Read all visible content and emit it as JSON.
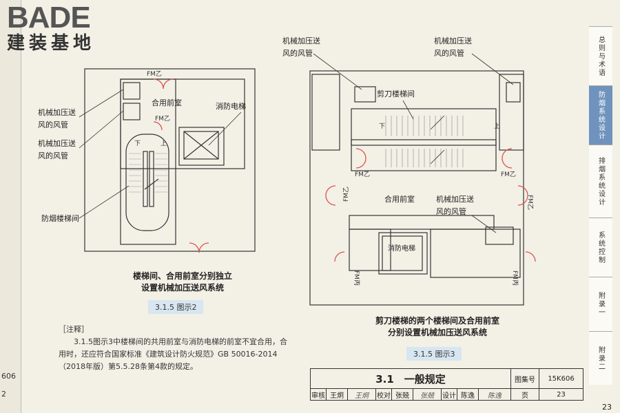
{
  "logo": {
    "top": "BADE",
    "bottom": "建装基地"
  },
  "left_page": {
    "code": "606",
    "code2": "2"
  },
  "tabs": [
    {
      "label": "总则与术语",
      "active": false
    },
    {
      "label": "防烟系统设计",
      "active": true
    },
    {
      "label": "排烟系统设计",
      "active": false
    },
    {
      "label": "系统控制",
      "active": false
    },
    {
      "label": "附录一",
      "active": false
    },
    {
      "label": "附录二",
      "active": false
    }
  ],
  "figure2": {
    "labels": {
      "fm_a": "FM乙",
      "fm_b": "FM乙",
      "front_room": "合用前室",
      "fire_elevator": "消防电梯",
      "duct1": "机械加压送\n风的风管",
      "duct2": "机械加压送\n风的风管",
      "stair": "防烟楼梯间",
      "down": "下",
      "up": "上"
    },
    "caption_line1": "楼梯间、合用前室分别独立",
    "caption_line2": "设置机械加压送风系统",
    "fig_label": "3.1.5 图示2"
  },
  "figure3": {
    "labels": {
      "duct_left": "机械加压送\n风的风管",
      "duct_right": "机械加压送\n风的风管",
      "scissor": "剪刀楼梯间",
      "fm_l": "FM乙",
      "fm_r": "FM乙",
      "fm_vl": "FM乙",
      "fm_vr": "FM乙",
      "front_room": "合用前室",
      "duct_mid": "机械加压送\n风的风管",
      "fire_elevator": "消防电梯",
      "fm_bl": "FM丙",
      "fm_br": "FM丙",
      "down": "下",
      "up": "上"
    },
    "caption_line1": "剪刀楼梯的两个楼梯间及合用前室",
    "caption_line2": "分别设置机械加压送风系统",
    "fig_label": "3.1.5 图示3"
  },
  "note": {
    "heading": "［注释］",
    "text": "3.1.5图示3中楼梯间的共用前室与消防电梯的前室不宜合用，合用时，还应符合国家标准《建筑设计防火规范》GB 50016-2014（2018年版）第5.5.28条第4款的规定。"
  },
  "title_block": {
    "section": "3.1　一般规定",
    "atlas_label": "图集号",
    "atlas_no": "15K606",
    "review": "审核",
    "reviewer": "王炯",
    "check": "校对",
    "checker": "张兢",
    "design": "设计",
    "designer": "陈逸",
    "page_label": "页",
    "page": "23"
  },
  "page_number": "23"
}
